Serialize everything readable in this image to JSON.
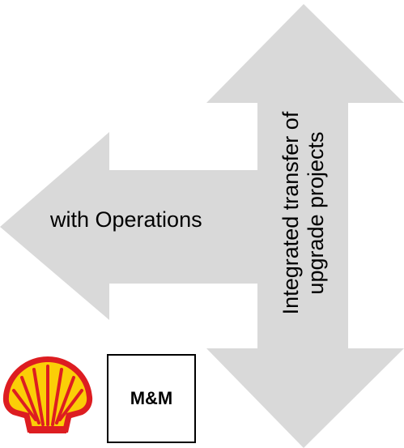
{
  "arrows": {
    "fill_color": "#d9d9d9",
    "horizontal_label": "with Operations",
    "vertical_label_lines": [
      "Integrated transfer of",
      "upgrade projects"
    ]
  },
  "logos": {
    "shell": {
      "icon": "shell-logo-icon",
      "colors": {
        "red": "#dd1d21",
        "yellow": "#fbce07"
      }
    },
    "mm_box_text": "M&M"
  }
}
